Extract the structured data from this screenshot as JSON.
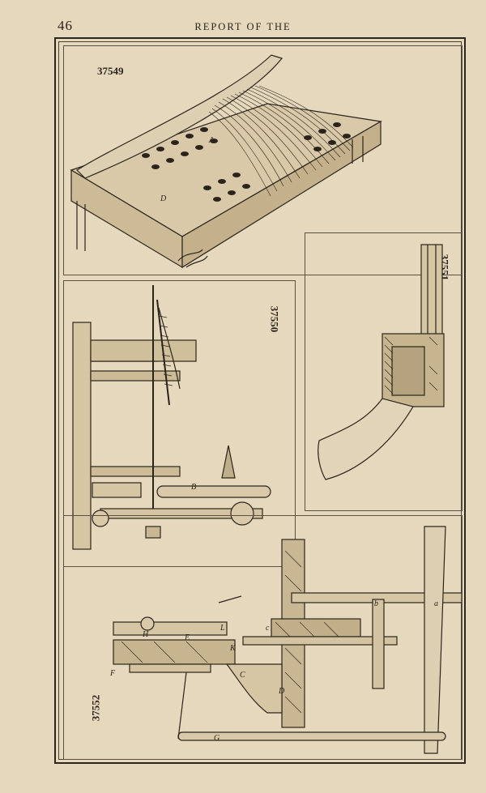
{
  "header": {
    "page_number": "46",
    "running_head": "REPORT OF THE"
  },
  "figures": [
    {
      "label": "37549",
      "letters": [
        "A",
        "D"
      ]
    },
    {
      "label": "37550",
      "letters": [
        "B"
      ]
    },
    {
      "label": "37551",
      "letters": []
    },
    {
      "label": "37552",
      "letters": [
        "E",
        "F",
        "H",
        "G",
        "C",
        "D",
        "K",
        "L",
        "c",
        "b",
        "a"
      ]
    }
  ],
  "colors": {
    "paper": "#e6d8bd",
    "ink": "#2a241c"
  }
}
